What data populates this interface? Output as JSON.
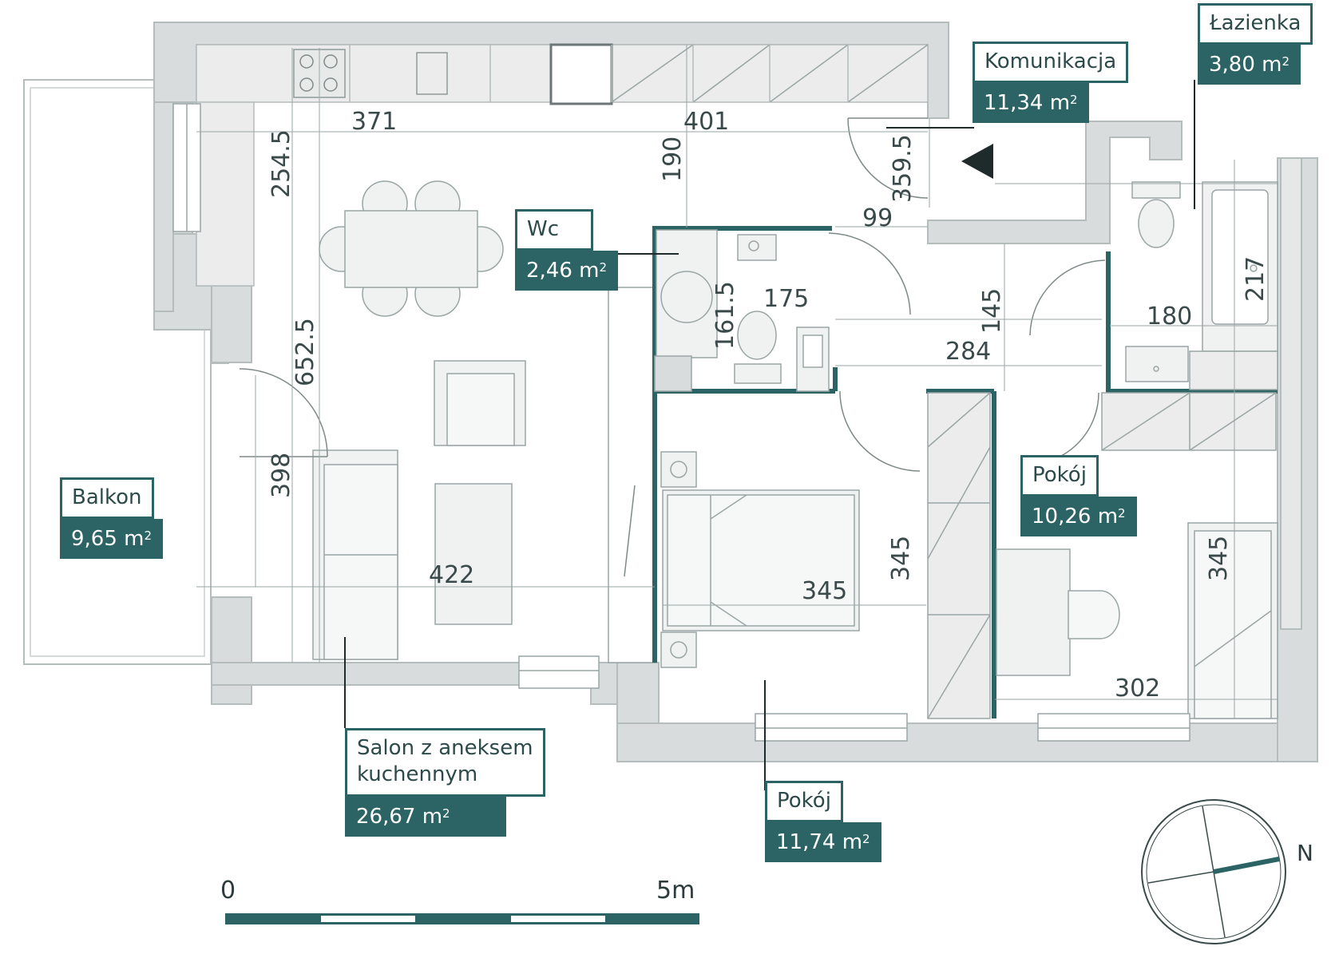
{
  "rooms": {
    "salon": {
      "name_line1": "Salon z aneksem",
      "name_line2": "kuchennym",
      "area": "26,67 m",
      "unit_sup": "2"
    },
    "balkon": {
      "name": "Balkon",
      "area": "9,65 m",
      "unit_sup": "2"
    },
    "wc": {
      "name": "Wc",
      "area": "2,46 m",
      "unit_sup": "2"
    },
    "komunikacja": {
      "name": "Komunikacja",
      "area": "11,34 m",
      "unit_sup": "2"
    },
    "lazienka": {
      "name": "Łazienka",
      "area": "3,80 m",
      "unit_sup": "2"
    },
    "pokoj_1": {
      "name": "Pokój",
      "area": "10,26 m",
      "unit_sup": "2"
    },
    "pokoj_2": {
      "name": "Pokój",
      "area": "11,74 m",
      "unit_sup": "2"
    }
  },
  "dimensions": {
    "d371": "371",
    "d401": "401",
    "d254_5": "254.5",
    "d190": "190",
    "d359_5": "359.5",
    "d99": "99",
    "d175": "175",
    "d161_5": "161.5",
    "d145": "145",
    "d284": "284",
    "d217": "217",
    "d180": "180",
    "d652_5": "652.5",
    "d398": "398",
    "d422": "422",
    "d345_bed": "345",
    "d345_v": "345",
    "d345_right": "345",
    "d302": "302"
  },
  "scale": {
    "start": "0",
    "end": "5m"
  },
  "compass": {
    "north": "N"
  },
  "colors": {
    "wall": "#d9dcdc",
    "wall_stroke": "#b5bcbc",
    "accent": "#2c6466",
    "furniture": "#f0f1f1",
    "line": "#9aa5a5"
  }
}
